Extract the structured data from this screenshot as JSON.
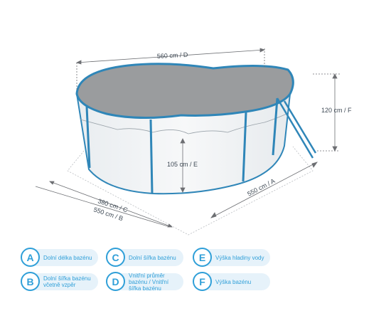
{
  "dimensions": {
    "d": "560 cm / D",
    "f": "120 cm / F",
    "e": "105 cm / E",
    "a": "550 cm / A",
    "c": "380 cm / C",
    "b": "550 cm / B"
  },
  "legend": [
    {
      "letter": "A",
      "label": "Dolní délka bazénu"
    },
    {
      "letter": "C",
      "label": "Dolní šířka bazénu"
    },
    {
      "letter": "E",
      "label": "Výška hladiny vody"
    },
    {
      "letter": "B",
      "label": "Dolní šířka bazénu včetně vzpěr"
    },
    {
      "letter": "D",
      "label": "Vnitřní průměr bazénu / Vnitřní šířka bazénu"
    },
    {
      "letter": "F",
      "label": "Výška bazénu"
    }
  ],
  "colors": {
    "accent": "#2f9fd8",
    "pill_bg": "#e6f2fa",
    "pool_wall": "#f3f5f6",
    "cover": "#9a9c9e",
    "frame": "#3b92c4",
    "dimension_line": "#6d6f73"
  }
}
